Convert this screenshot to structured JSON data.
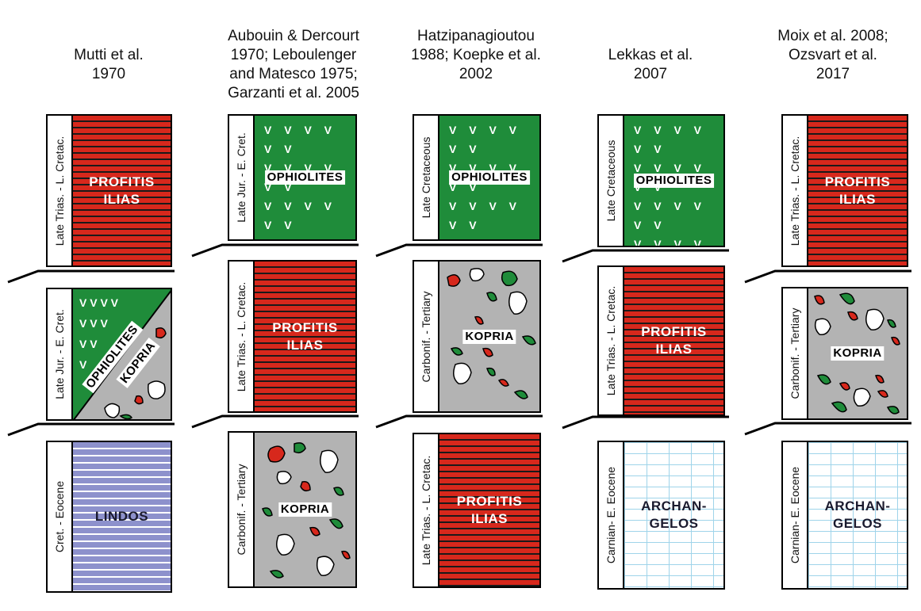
{
  "columns": [
    {
      "header": [
        "Mutti et al.",
        "1970"
      ],
      "units": [
        {
          "age": "Late Trias. - L. Cretac.",
          "unit": [
            "PROFITIS",
            "ILIAS"
          ],
          "pattern": "red-lines"
        },
        {
          "age": "Late Jur. - E. Cret.",
          "unit_upper": "OPHIOLITES",
          "unit_lower": "KOPRIA",
          "pattern": "split-green-grey"
        },
        {
          "age": "Cret. - Eocene",
          "unit": [
            "LINDOS"
          ],
          "pattern": "lavender-lines"
        }
      ]
    },
    {
      "header": [
        "Aubouin & Dercourt",
        "1970; Leboulenger",
        "and Matesco 1975;",
        "Garzanti et al. 2005"
      ],
      "units": [
        {
          "age": "Late Jur. - E. Cret.",
          "unit": [
            "OPHIOLITES"
          ],
          "pattern": "green-v"
        },
        {
          "age": "Late Trias. - L. Cretac.",
          "unit": [
            "PROFITIS",
            "ILIAS"
          ],
          "pattern": "red-lines"
        },
        {
          "age": "Carbonif. - Tertiary",
          "unit": [
            "KOPRIA"
          ],
          "pattern": "grey-clasts"
        }
      ]
    },
    {
      "header": [
        "Hatzipanagioutou",
        "1988; Koepke et al.",
        "2002"
      ],
      "units": [
        {
          "age": "Late Cretaceous",
          "unit": [
            "OPHIOLITES"
          ],
          "pattern": "green-v"
        },
        {
          "age": "Carbonif. - Tertiary",
          "unit": [
            "KOPRIA"
          ],
          "pattern": "grey-clasts"
        },
        {
          "age": "Late Trias. - L. Cretac.",
          "unit": [
            "PROFITIS",
            "ILIAS"
          ],
          "pattern": "red-lines"
        }
      ]
    },
    {
      "header": [
        "Lekkas et al.",
        "2007"
      ],
      "units": [
        {
          "age": "Late Cretaceous",
          "unit": [
            "OPHIOLITES"
          ],
          "pattern": "green-v"
        },
        {
          "age": "Late Trias. - L. Cretac.",
          "unit": [
            "PROFITIS",
            "ILIAS"
          ],
          "pattern": "red-lines"
        },
        {
          "age": "Carnian- E. Eocene",
          "unit": [
            "ARCHAN-",
            "GELOS"
          ],
          "pattern": "limestone"
        }
      ]
    },
    {
      "header": [
        "Moix et al. 2008;",
        "Ozsvart et al.",
        "2017"
      ],
      "units": [
        {
          "age": "Late Trias. - L. Cretac.",
          "unit": [
            "PROFITIS",
            "ILIAS"
          ],
          "pattern": "red-lines"
        },
        {
          "age": "Carbonif. - Tertiary",
          "unit": [
            "KOPRIA"
          ],
          "pattern": "grey-clasts"
        },
        {
          "age": "Carnian- E. Eocene",
          "unit": [
            "ARCHAN-",
            "GELOS"
          ],
          "pattern": "limestone"
        }
      ]
    }
  ],
  "v_symbol": "V V V V V V",
  "colors": {
    "profitis_red": "#d7281c",
    "ophiolite_green": "#1f8c3a",
    "kopria_grey": "#b3b3b3",
    "lindos_lavender": "#8d91cc",
    "archangelos_blue": "#9fd4ea"
  }
}
